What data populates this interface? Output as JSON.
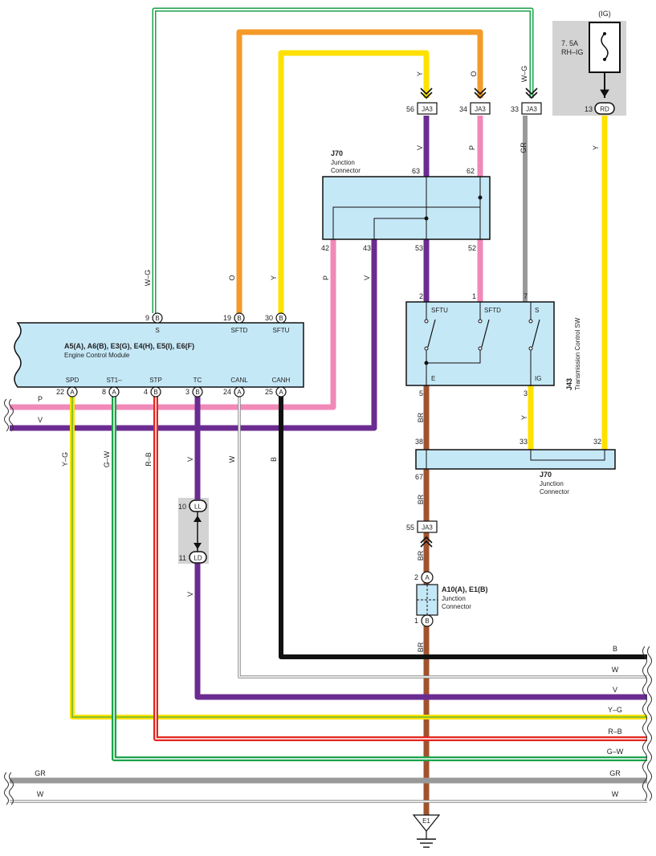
{
  "ig_block": {
    "title": "(IG)",
    "fuse_amp": "7. 5A",
    "fuse_name": "RH–IG",
    "pin": "13",
    "conn": "RD",
    "wire": "Y"
  },
  "ja3_top": [
    {
      "pin": "56",
      "label": "JA3",
      "wire_in": "Y",
      "wire_out": "V"
    },
    {
      "pin": "34",
      "label": "JA3",
      "wire_in": "O",
      "wire_out": "P"
    },
    {
      "pin": "33",
      "label": "JA3",
      "wire_in": "W–G",
      "wire_out": "GR"
    }
  ],
  "j70_top": {
    "id": "J70",
    "name_line1": "Junction",
    "name_line2": "Connector",
    "pins_top": [
      "63",
      "62"
    ],
    "pins_bottom": [
      "42",
      "43",
      "53",
      "52"
    ],
    "wires_bottom": [
      "P",
      "V"
    ]
  },
  "ecm": {
    "ids": "A5(A), A6(B), E3(G), E4(H), E5(I), E6(F)",
    "name": "Engine Control Module",
    "top_pins": [
      {
        "num": "9",
        "conn": "B",
        "label": "S",
        "wire": "W–G"
      },
      {
        "num": "19",
        "conn": "B",
        "label": "SFTD",
        "wire": "O"
      },
      {
        "num": "30",
        "conn": "B",
        "label": "SFTU",
        "wire": "Y"
      }
    ],
    "bottom_pins": [
      {
        "num": "22",
        "conn": "A",
        "label": "SPD",
        "wire": "Y–G"
      },
      {
        "num": "8",
        "conn": "A",
        "label": "ST1–",
        "wire": "G–W"
      },
      {
        "num": "4",
        "conn": "B",
        "label": "STP",
        "wire": "R–B"
      },
      {
        "num": "3",
        "conn": "B",
        "label": "TC",
        "wire": "V"
      },
      {
        "num": "24",
        "conn": "A",
        "label": "CANL",
        "wire": "W"
      },
      {
        "num": "25",
        "conn": "A",
        "label": "CANH",
        "wire": "B"
      }
    ]
  },
  "bus_labels": {
    "p": "P",
    "v": "V"
  },
  "switch": {
    "id": "J43",
    "name": "Transmission Control SW",
    "top_pins": [
      "2",
      "1",
      "7"
    ],
    "top_labels": [
      "SFTU",
      "SFTD",
      "S"
    ],
    "bottom_labels": [
      "E",
      "IG"
    ],
    "bottom_pins": [
      "5",
      "3"
    ],
    "wires_below": [
      "BR",
      "Y"
    ]
  },
  "j70_bottom": {
    "id": "J70",
    "name_line1": "Junction",
    "name_line2": "Connector",
    "pins": [
      "38",
      "33",
      "32",
      "67"
    ],
    "wire_below": "BR"
  },
  "ja3_bottom": {
    "pin": "55",
    "label": "JA3",
    "wire_below": "BR"
  },
  "a10": {
    "title": "A10(A), E1(B)",
    "name_line1": "Junction",
    "name_line2": "Connector",
    "pin_top": "2",
    "conn_top": "A",
    "pin_bottom": "1",
    "conn_bottom": "B",
    "wire_below": "BR"
  },
  "ll_ld": {
    "pin_top": "10",
    "conn_top": "LL",
    "pin_bottom": "11",
    "conn_bottom": "LD",
    "wire_below": "V"
  },
  "right_labels": [
    "B",
    "W",
    "V",
    "Y–G",
    "R–B",
    "G–W",
    "GR",
    "W"
  ],
  "left_labels": [
    "GR",
    "W"
  ],
  "ground": "E1",
  "colors": {
    "orange": "#F39A28",
    "yellow": "#FFE100",
    "violet": "#6B2C91",
    "pink": "#F088B8",
    "gray": "#999999",
    "brown": "#A0522D",
    "green": "#1BA34A",
    "red": "#E3261E",
    "black": "#111111",
    "box": "#C5E8F7",
    "shade": "#D3D3D3"
  }
}
